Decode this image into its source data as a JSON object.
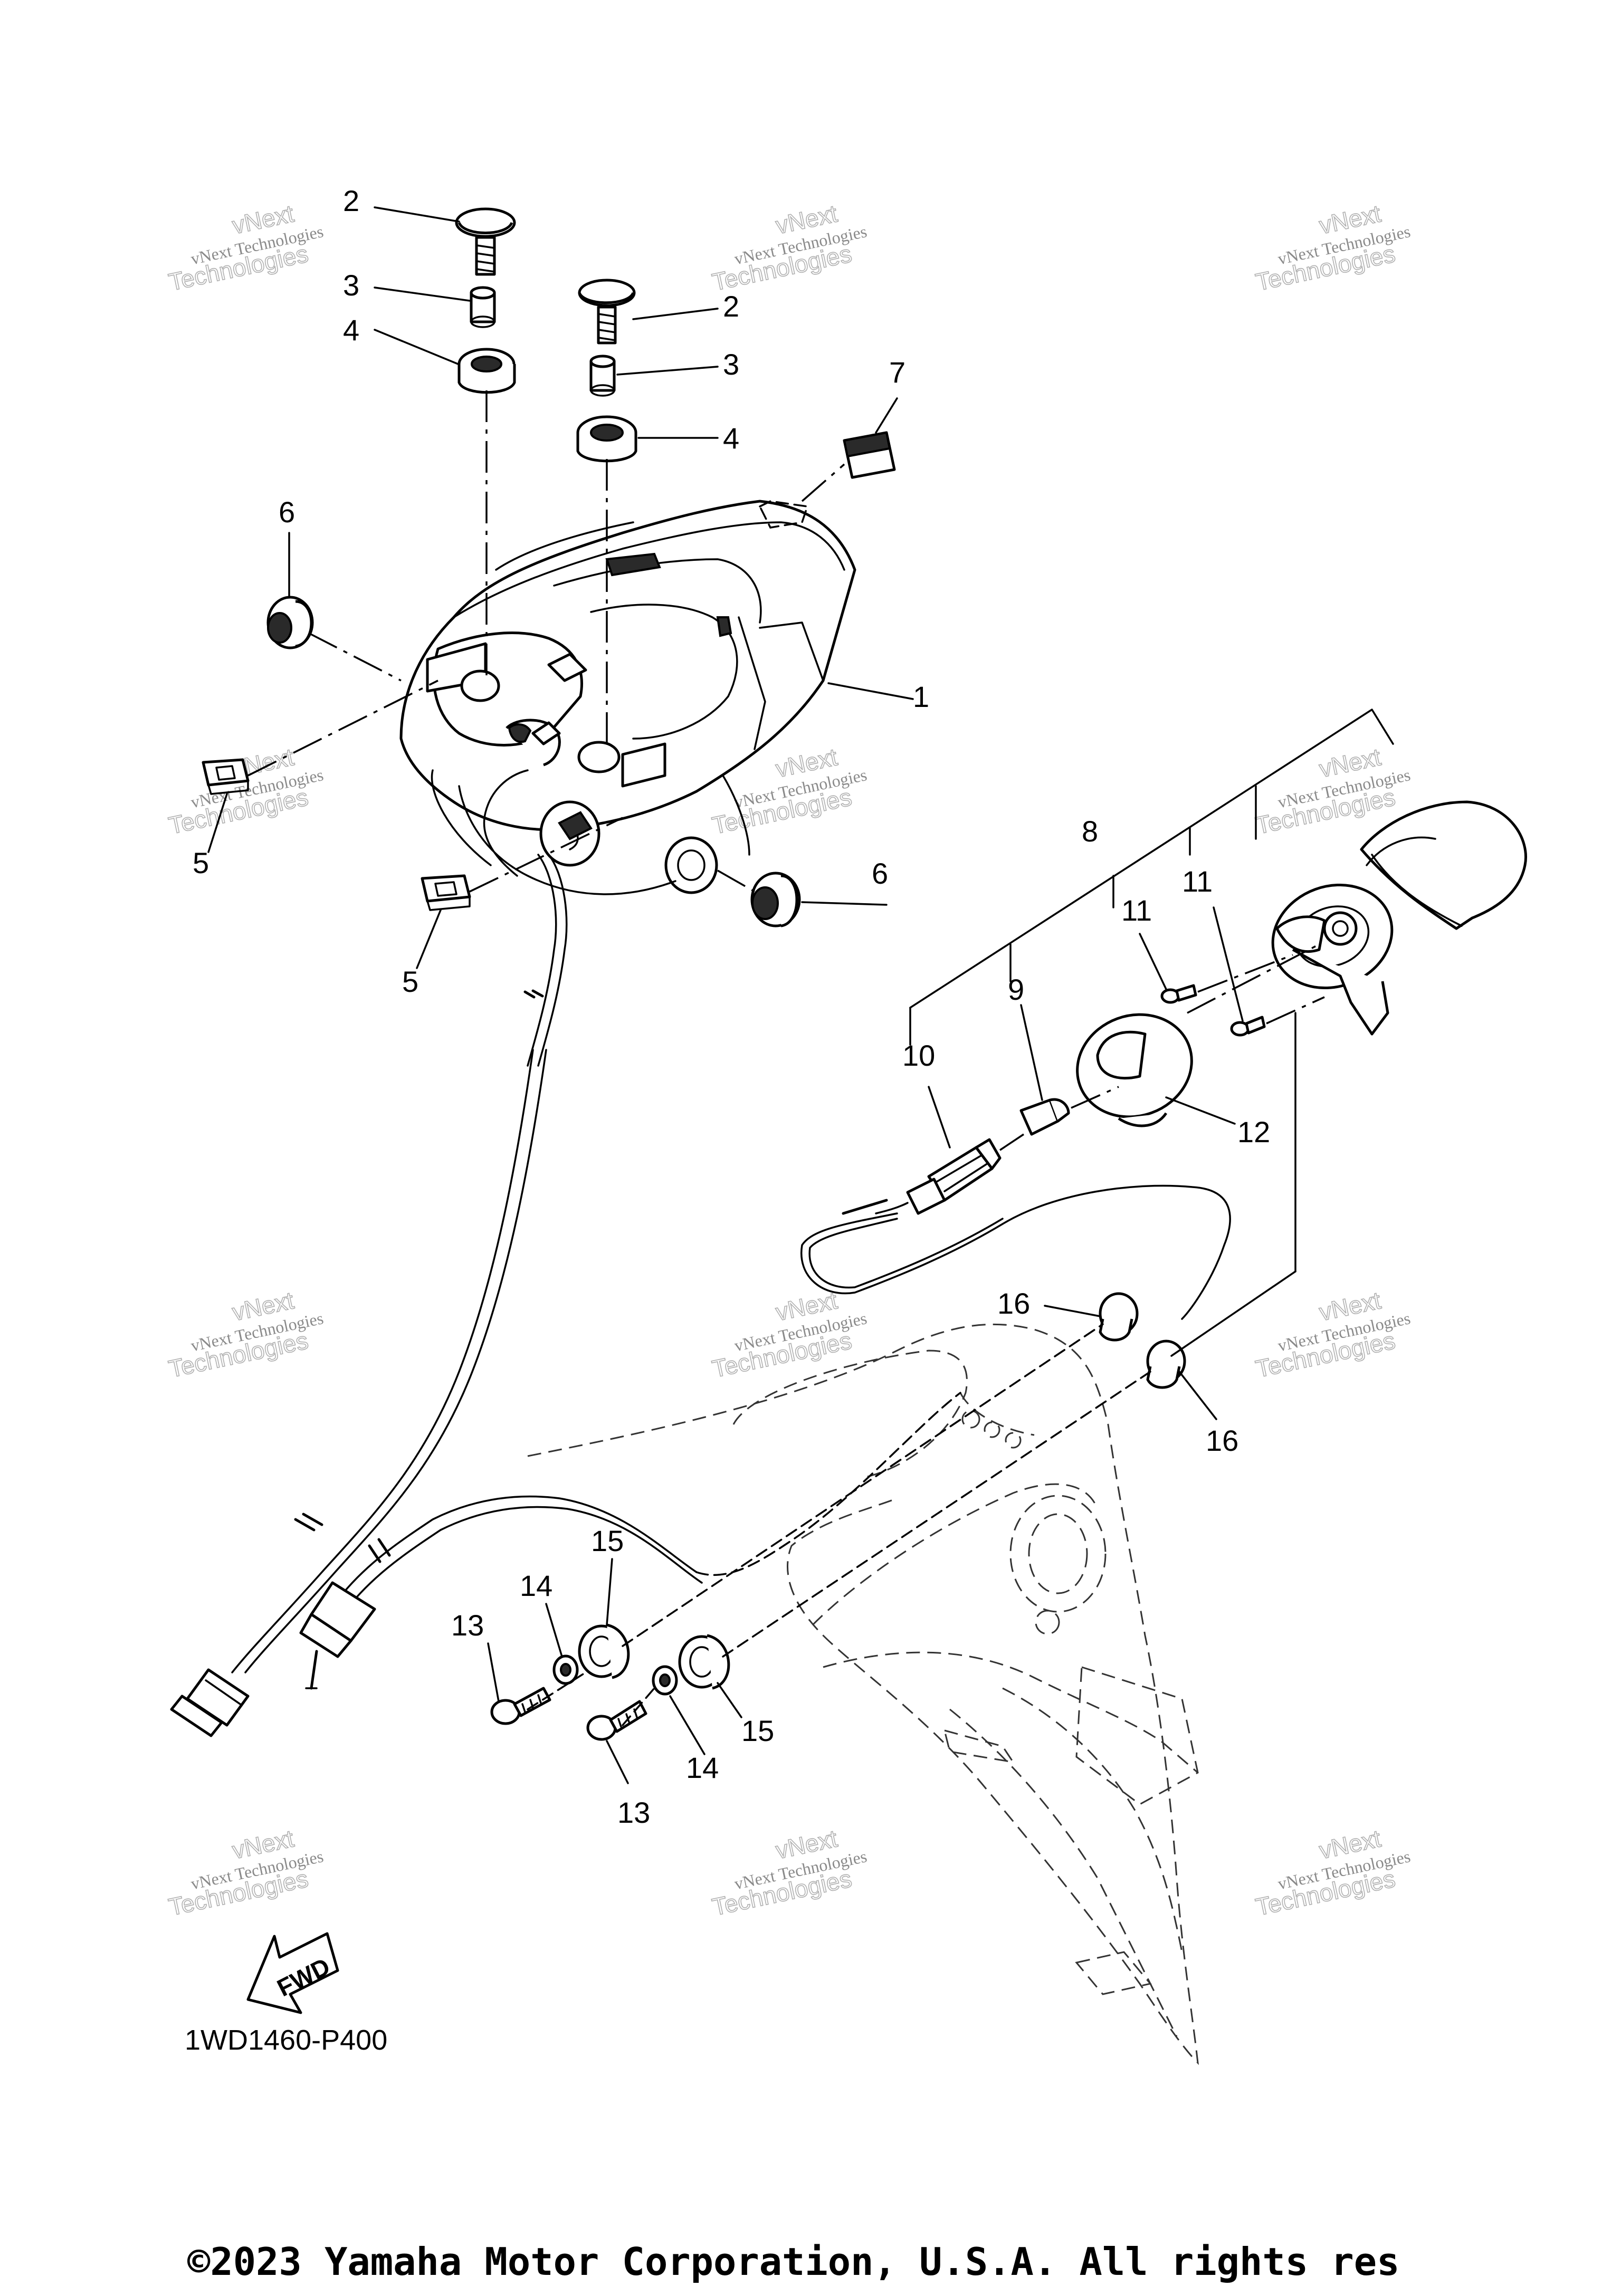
{
  "diagram": {
    "part_code": "1WD1460-P400",
    "direction_label": "FWD",
    "callouts": [
      "1",
      "2",
      "2",
      "3",
      "3",
      "4",
      "4",
      "5",
      "5",
      "6",
      "6",
      "7",
      "8",
      "9",
      "10",
      "11",
      "11",
      "12",
      "13",
      "13",
      "14",
      "14",
      "15",
      "15",
      "16",
      "16"
    ],
    "watermark": {
      "line1": "vNext Technologies",
      "line2": "Technologies",
      "line3": "vNext"
    }
  },
  "footer": {
    "copyright": "©2023 Yamaha Motor Corporation, U.S.A. All rights res"
  }
}
